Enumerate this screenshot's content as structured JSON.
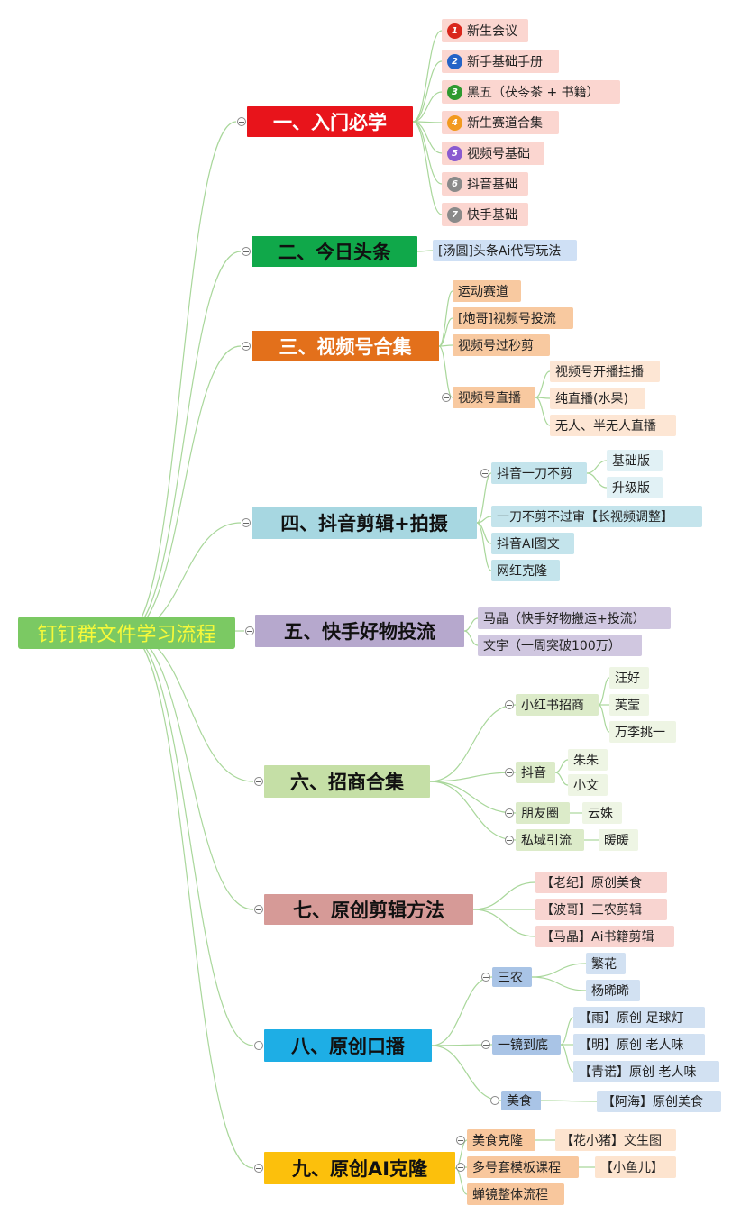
{
  "root": "钉钉群文件学习流程",
  "colors": {
    "edge": "#a9d79b",
    "branch1": "#e8141b",
    "branch2": "#10a84a",
    "branch3": "#e3701b",
    "branch4": "#a7d7e1",
    "branch5": "#b6a8cd",
    "branch6": "#c5dfa6",
    "branch7": "#d69a97",
    "branch8": "#1eaee5",
    "branch9": "#fcc00c"
  },
  "branches": [
    {
      "label": "一、入门必学",
      "children": [
        {
          "label": "新生会议",
          "badge": "1",
          "badge_color": "#d9261c"
        },
        {
          "label": "新手基础手册",
          "badge": "2",
          "badge_color": "#2463c7"
        },
        {
          "label": "黑五（茯苓茶 + 书籍）",
          "badge": "3",
          "badge_color": "#2f9a2f"
        },
        {
          "label": "新生赛道合集",
          "badge": "4",
          "badge_color": "#f29a1f"
        },
        {
          "label": "视频号基础",
          "badge": "5",
          "badge_color": "#8a5bd0"
        },
        {
          "label": "抖音基础",
          "badge": "6",
          "badge_color": "#8a8a8a"
        },
        {
          "label": "快手基础",
          "badge": "7",
          "badge_color": "#8a8a8a"
        }
      ]
    },
    {
      "label": "二、今日头条",
      "children": [
        {
          "label": "[汤圆]头条Ai代写玩法"
        }
      ]
    },
    {
      "label": "三、视频号合集",
      "children": [
        {
          "label": "运动赛道"
        },
        {
          "label": "[炮哥]视频号投流"
        },
        {
          "label": "视频号过秒剪"
        },
        {
          "label": "视频号直播",
          "children": [
            {
              "label": "视频号开播挂播"
            },
            {
              "label": "纯直播(水果)"
            },
            {
              "label": "无人、半无人直播"
            }
          ]
        }
      ]
    },
    {
      "label": "四、抖音剪辑+拍摄",
      "children": [
        {
          "label": "抖音一刀不剪",
          "children": [
            {
              "label": "基础版"
            },
            {
              "label": "升级版"
            }
          ]
        },
        {
          "label": "一刀不剪不过审【长视频调整】"
        },
        {
          "label": "抖音AI图文"
        },
        {
          "label": "网红克隆"
        }
      ]
    },
    {
      "label": "五、快手好物投流",
      "children": [
        {
          "label": "马晶（快手好物搬运+投流）"
        },
        {
          "label": "文宇（一周突破100万）"
        }
      ]
    },
    {
      "label": "六、招商合集",
      "children": [
        {
          "label": "小红书招商",
          "children": [
            {
              "label": "汪好"
            },
            {
              "label": "芙莹"
            },
            {
              "label": "万李挑一"
            }
          ]
        },
        {
          "label": "抖音",
          "children": [
            {
              "label": "朱朱"
            },
            {
              "label": "小文"
            }
          ]
        },
        {
          "label": "朋友圈",
          "children": [
            {
              "label": "云姝"
            }
          ]
        },
        {
          "label": "私域引流",
          "children": [
            {
              "label": "暖暖"
            }
          ]
        }
      ]
    },
    {
      "label": "七、原创剪辑方法",
      "children": [
        {
          "label": "【老纪】原创美食"
        },
        {
          "label": "【波哥】三农剪辑"
        },
        {
          "label": "【马晶】Ai书籍剪辑"
        }
      ]
    },
    {
      "label": "八、原创口播",
      "children": [
        {
          "label": "三农",
          "children": [
            {
              "label": "繁花"
            },
            {
              "label": "杨晞晞"
            }
          ]
        },
        {
          "label": "一镜到底",
          "children": [
            {
              "label": "【雨】原创 足球灯"
            },
            {
              "label": "【明】原创 老人味"
            },
            {
              "label": "【青诺】原创 老人味"
            }
          ]
        },
        {
          "label": "美食",
          "children": [
            {
              "label": "【阿海】原创美食"
            }
          ]
        }
      ]
    },
    {
      "label": "九、原创AI克隆",
      "children": [
        {
          "label": "美食克隆",
          "children": [
            {
              "label": "【花小猪】文生图"
            }
          ]
        },
        {
          "label": "多号套模板课程",
          "children": [
            {
              "label": "【小鱼儿】"
            }
          ]
        },
        {
          "label": "蝉镜整体流程"
        }
      ]
    }
  ]
}
